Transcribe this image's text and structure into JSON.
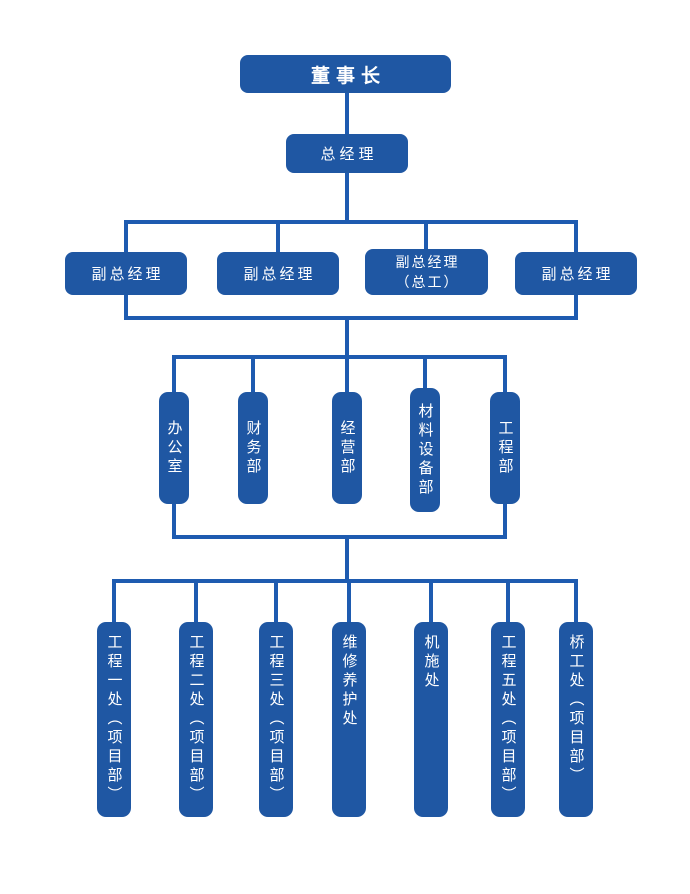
{
  "colors": {
    "box_blue": "#1f57a3",
    "line_blue": "#1e5bb0",
    "text_white": "#ffffff",
    "page_bg": "#ffffff"
  },
  "org_chart": {
    "chairman": {
      "label": "董事长"
    },
    "general_manager": {
      "label": "总经理"
    },
    "deputy_general_managers": [
      {
        "label": "副总经理"
      },
      {
        "label": "副总经理"
      },
      {
        "label": "副总经理",
        "sublabel": "（总工）"
      },
      {
        "label": "副总经理"
      }
    ],
    "departments": [
      {
        "label": "办公室"
      },
      {
        "label": "财务部"
      },
      {
        "label": "经营部"
      },
      {
        "label": "材料设备部"
      },
      {
        "label": "工程部"
      }
    ],
    "offices": [
      {
        "label": "工程一处（项目部）"
      },
      {
        "label": "工程二处（项目部）"
      },
      {
        "label": "工程三处（项目部）"
      },
      {
        "label": "维修养护处"
      },
      {
        "label": "机施处"
      },
      {
        "label": "工程五处（项目部）"
      },
      {
        "label": "桥工处（项目部）"
      }
    ]
  }
}
